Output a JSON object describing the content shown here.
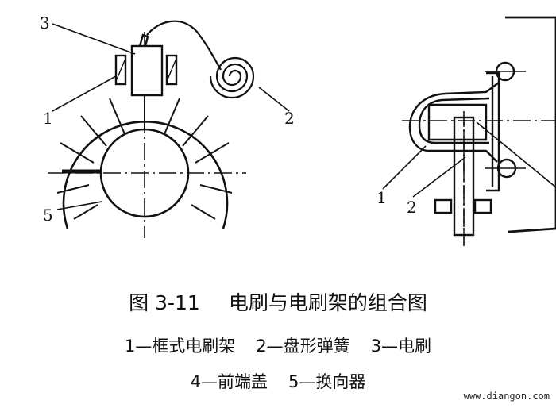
{
  "callouts": {
    "left": {
      "c3": "3",
      "c1": "1",
      "c2": "2",
      "c5": "5"
    },
    "right": {
      "c1": "1",
      "c2": "2"
    }
  },
  "caption": {
    "figure_number": "图 3-11",
    "figure_title": "电刷与电刷架的组合图",
    "legend_line1": [
      "1—框式电刷架",
      "2—盘形弹簧",
      "3—电刷"
    ],
    "legend_line2": [
      "4—前端盖",
      "5—换向器"
    ]
  },
  "watermark": "www.diangon.com",
  "colors": {
    "ink": "#111111",
    "background": "#ffffff"
  }
}
